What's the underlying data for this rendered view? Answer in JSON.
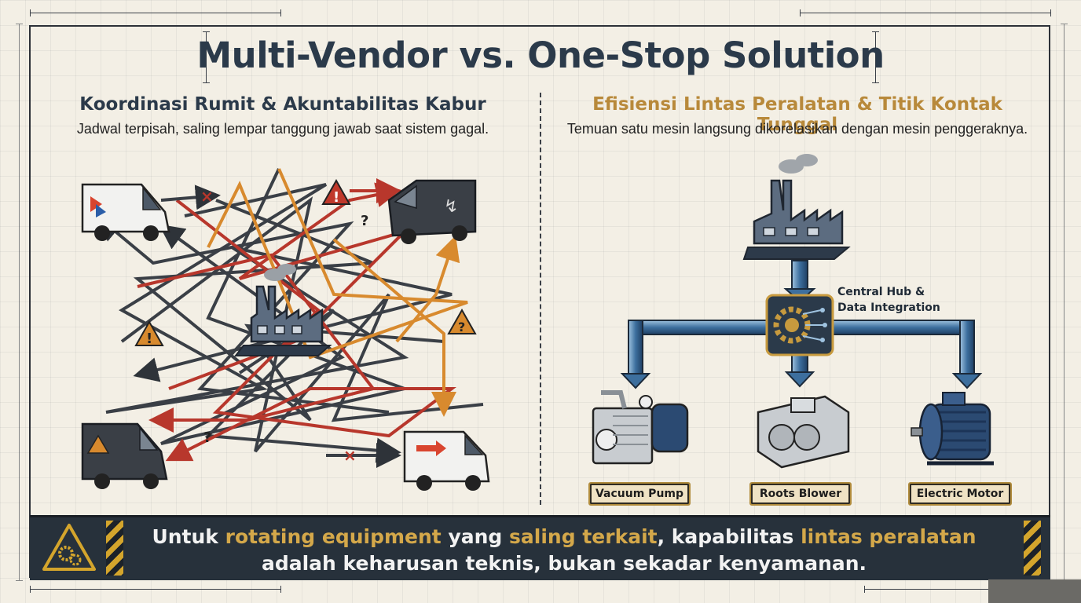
{
  "title": "Multi-Vendor vs. One-Stop Solution",
  "left": {
    "heading": "Koordinasi Rumit & Akuntabilitas Kabur",
    "subheading": "Jadwal terpisah, saling lempar tanggung jawab saat sistem gagal."
  },
  "right": {
    "heading": "Efisiensi Lintas Peralatan & Titik Kontak Tunggal",
    "subheading": "Temuan satu mesin langsung dikorelasikan dengan mesin penggeraknya.",
    "hub_label_line1": "Central Hub &",
    "hub_label_line2": "Data Integration",
    "equipment": [
      "Vacuum Pump",
      "Roots Blower",
      "Electric Motor"
    ]
  },
  "banner": {
    "line1_a": "Untuk ",
    "line1_b": "rotating equipment",
    "line1_c": " yang ",
    "line1_d": "saling terkait",
    "line1_e": ", kapabilitas ",
    "line1_f": "lintas peralatan",
    "line2": "adalah keharusan teknis, bukan sekadar kenyamanan."
  },
  "colors": {
    "navy": "#2b3a4a",
    "gold": "#c79a3e",
    "red": "#c0392b",
    "orange": "#d88a2e",
    "dark": "#2e3339"
  },
  "icons": [
    "factory-icon",
    "van-icon",
    "warning-icon",
    "hub-gear-icon",
    "vacuum-pump-icon",
    "roots-blower-icon",
    "electric-motor-icon",
    "warning-gears-icon"
  ]
}
